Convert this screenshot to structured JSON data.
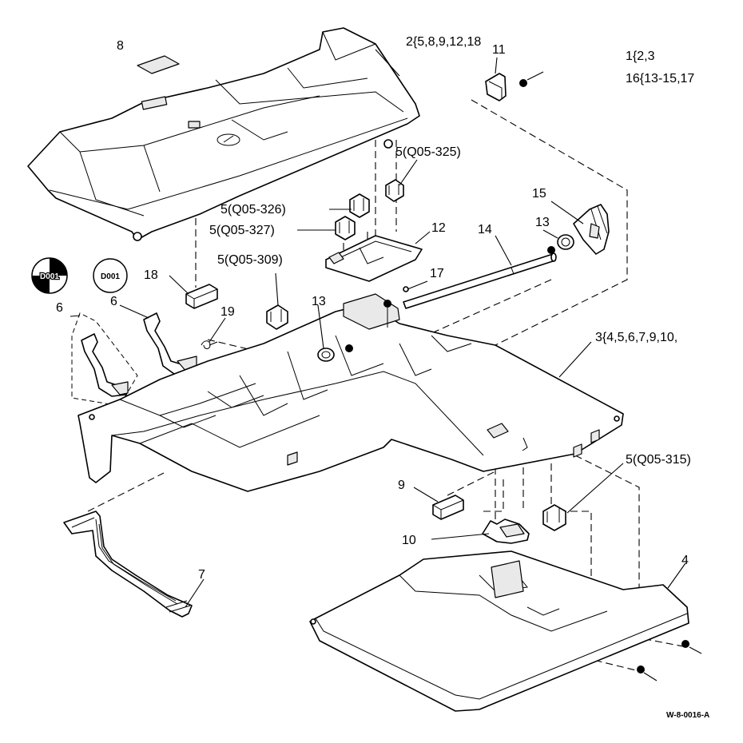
{
  "diagram": {
    "header_notes": [
      "1{2,3",
      "16{13-15,17"
    ],
    "callouts": {
      "c8": "8",
      "c2": "2{5,8,9,12,18",
      "c11": "11",
      "c5_325": "5(Q05-325)",
      "c15": "15",
      "c5_326": "5(Q05-326)",
      "c5_327": "5(Q05-327)",
      "c12": "12",
      "c14": "14",
      "c13a": "13",
      "c5_309": "5(Q05-309)",
      "c17": "17",
      "c18": "18",
      "c6a": "6",
      "c6b": "6",
      "c19": "19",
      "c13b": "13",
      "c3": "3{4,5,6,7,9,10,",
      "c5_315": "5(Q05-315)",
      "c9": "9",
      "c10": "10",
      "c4": "4",
      "c7": "7"
    },
    "reference_marks": [
      {
        "label": "D001",
        "style": "half-black"
      },
      {
        "label": "D001",
        "style": "outline"
      }
    ],
    "drawing_number": "W-8-0016-A"
  }
}
